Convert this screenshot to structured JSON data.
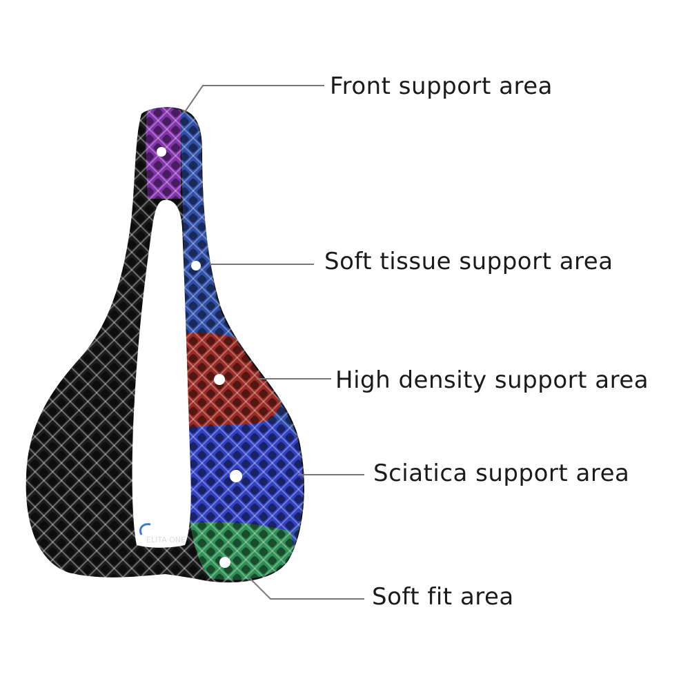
{
  "labels": {
    "front_support": "Front support area",
    "soft_tissue_support": "Soft tissue support area",
    "high_density_support": "High density support area",
    "sciatica_support": "Sciatica support area",
    "soft_fit": "Soft fit area"
  },
  "logo": {
    "brand_text": "ELITA ONE"
  },
  "zone_colors": {
    "front_support": "#8a35b5",
    "soft_tissue_support": "#2f4fa8",
    "high_density_support": "#9a2a24",
    "sciatica_support": "#3040c0",
    "soft_fit": "#2f8f55",
    "shell": "#1c1c1c",
    "leader_line": "#777777"
  }
}
